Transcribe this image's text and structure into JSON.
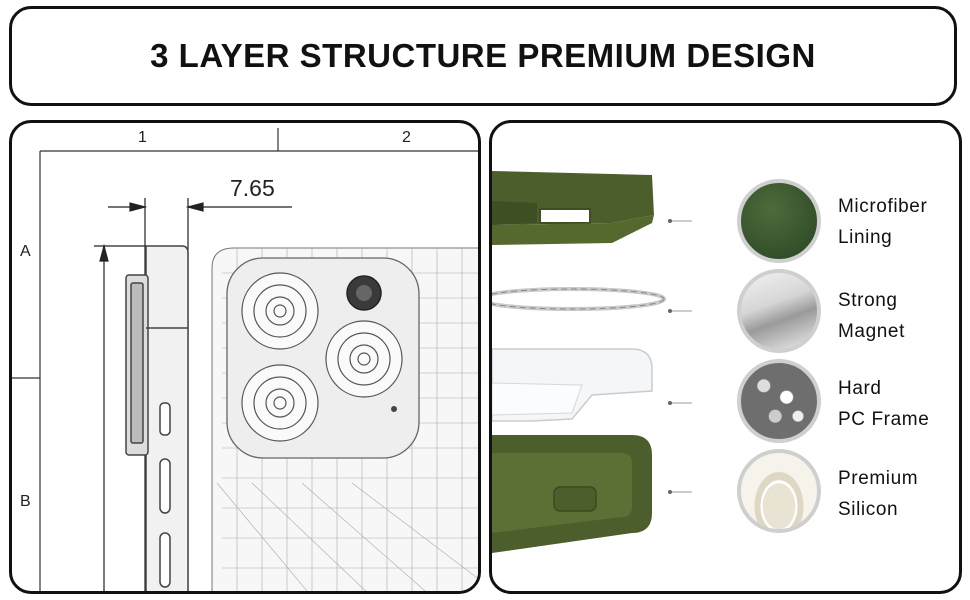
{
  "header": {
    "title": "3 LAYER STRUCTURE PREMIUM DESIGN"
  },
  "drawing": {
    "col_labels": [
      "1",
      "2"
    ],
    "row_labels": [
      "A",
      "B"
    ],
    "dimension_value": "7.65"
  },
  "layers": [
    {
      "line1": "Microfiber",
      "line2": "Lining",
      "icon": "microfiber-swatch-icon",
      "color": "#3c5a2e"
    },
    {
      "line1": "Strong",
      "line2": "Magnet",
      "icon": "magnet-ring-icon",
      "color": "#bfbfbf"
    },
    {
      "line1": "Hard",
      "line2": "PC Frame",
      "icon": "pc-granules-icon",
      "color": "#8a8a8a"
    },
    {
      "line1": "Premium",
      "line2": "Silicon",
      "icon": "silicone-swirl-icon",
      "color": "#e8e2d6"
    }
  ],
  "colors": {
    "case_green": "#4b5e2b",
    "border": "#111111"
  }
}
